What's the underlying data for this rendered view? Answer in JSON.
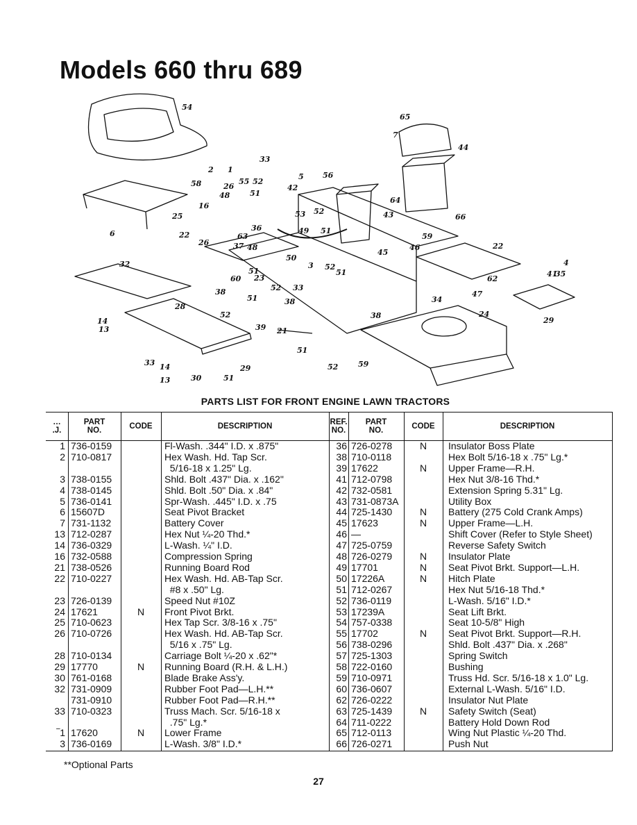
{
  "page_title": "Models 660 thru 689",
  "diagram": {
    "callouts": [
      "54",
      "33",
      "2",
      "1",
      "58",
      "26",
      "55",
      "52",
      "5",
      "56",
      "65",
      "7",
      "44",
      "48",
      "51",
      "42",
      "16",
      "25",
      "53",
      "52",
      "64",
      "43",
      "66",
      "6",
      "22",
      "36",
      "49",
      "51",
      "26",
      "63",
      "37",
      "48",
      "45",
      "59",
      "46",
      "22",
      "32",
      "50",
      "3",
      "52",
      "51",
      "4",
      "60",
      "23",
      "41",
      "35",
      "62",
      "51",
      "52",
      "33",
      "38",
      "47",
      "34",
      "51",
      "38",
      "29",
      "24",
      "52",
      "28",
      "38",
      "14",
      "13",
      "39",
      "21",
      "51",
      "52",
      "59",
      "33",
      "14",
      "29",
      "13",
      "30",
      "51"
    ]
  },
  "parts_heading": "PARTS LIST FOR FRONT ENGINE LAWN TRACTORS",
  "headers": {
    "ref_left": "…\n.J.",
    "part_no": "PART\nNO.",
    "code": "CODE",
    "description": "DESCRIPTION",
    "ref_right": "REF.\nNO.",
    "part_no_right": "PART\nNO.",
    "code_right": "CODE",
    "description_right": "DESCRIPTION"
  },
  "left_rows": [
    {
      "ref": "1",
      "part": "736-0159",
      "code": "",
      "desc": "Fl-Wash. .344\" I.D. x .875\""
    },
    {
      "ref": "2",
      "part": "710-0817",
      "code": "",
      "desc": "Hex Wash. Hd. Tap Scr."
    },
    {
      "ref": "",
      "part": "",
      "code": "",
      "desc": "  5/16-18 x 1.25\" Lg."
    },
    {
      "ref": "3",
      "part": "738-0155",
      "code": "",
      "desc": "Shld. Bolt .437\" Dia. x .162\""
    },
    {
      "ref": "4",
      "part": "738-0145",
      "code": "",
      "desc": "Shld. Bolt .50\" Dia. x .84\""
    },
    {
      "ref": "5",
      "part": "736-0141",
      "code": "",
      "desc": "Spr-Wash. .445\" I.D. x .75"
    },
    {
      "ref": "6",
      "part": "15607D",
      "code": "",
      "desc": "Seat Pivot Bracket"
    },
    {
      "ref": "7",
      "part": "731-1132",
      "code": "",
      "desc": "Battery Cover"
    },
    {
      "ref": "13",
      "part": "712-0287",
      "code": "",
      "desc": "Hex Nut ¼-20 Thd.*"
    },
    {
      "ref": "14",
      "part": "736-0329",
      "code": "",
      "desc": "L-Wash. ¼\" I.D."
    },
    {
      "ref": "16",
      "part": "732-0588",
      "code": "",
      "desc": "Compression Spring"
    },
    {
      "ref": "21",
      "part": "738-0526",
      "code": "",
      "desc": "Running Board Rod"
    },
    {
      "ref": "22",
      "part": "710-0227",
      "code": "",
      "desc": "Hex Wash. Hd. AB-Tap Scr."
    },
    {
      "ref": "",
      "part": "",
      "code": "",
      "desc": "  #8 x .50\" Lg."
    },
    {
      "ref": "23",
      "part": "726-0139",
      "code": "",
      "desc": "Speed Nut #10Z"
    },
    {
      "ref": "24",
      "part": "17621",
      "code": "N",
      "desc": "Front Pivot Brkt."
    },
    {
      "ref": "25",
      "part": "710-0623",
      "code": "",
      "desc": "Hex Tap Scr. 3/8-16 x .75\""
    },
    {
      "ref": "26",
      "part": "710-0726",
      "code": "",
      "desc": "Hex Wash. Hd. AB-Tap Scr."
    },
    {
      "ref": "",
      "part": "",
      "code": "",
      "desc": "  5/16 x .75\" Lg."
    },
    {
      "ref": "28",
      "part": "710-0134",
      "code": "",
      "desc": "Carriage Bolt ¼-20 x .62\"*"
    },
    {
      "ref": "29",
      "part": "17770",
      "code": "N",
      "desc": "Running Board (R.H. & L.H.)"
    },
    {
      "ref": "30",
      "part": "761-0168",
      "code": "",
      "desc": "Blade Brake Ass'y."
    },
    {
      "ref": "32",
      "part": "731-0909",
      "code": "",
      "desc": "Rubber Foot Pad—L.H.**"
    },
    {
      "ref": "",
      "part": "731-0910",
      "code": "",
      "desc": "Rubber Foot Pad—R.H.**"
    },
    {
      "ref": "33",
      "part": "710-0323",
      "code": "",
      "desc": "Truss Mach. Scr. 5/16-18 x"
    },
    {
      "ref": "",
      "part": "",
      "code": "",
      "desc": "  .75\" Lg.*"
    },
    {
      "ref": "‾1",
      "part": "17620",
      "code": "N",
      "desc": "Lower Frame"
    },
    {
      "ref": "3",
      "part": "736-0169",
      "code": "",
      "desc": "L-Wash. 3/8\" I.D.*"
    }
  ],
  "right_rows": [
    {
      "ref": "36",
      "part": "726-0278",
      "code": "N",
      "desc": "Insulator Boss Plate"
    },
    {
      "ref": "38",
      "part": "710-0118",
      "code": "",
      "desc": "Hex Bolt 5/16-18 x .75\" Lg.*"
    },
    {
      "ref": "39",
      "part": "17622",
      "code": "N",
      "desc": "Upper Frame—R.H."
    },
    {
      "ref": "41",
      "part": "712-0798",
      "code": "",
      "desc": "Hex Nut 3/8-16 Thd.*"
    },
    {
      "ref": "42",
      "part": "732-0581",
      "code": "",
      "desc": "Extension Spring 5.31\" Lg."
    },
    {
      "ref": "43",
      "part": "731-0873A",
      "code": "",
      "desc": "Utility Box"
    },
    {
      "ref": "44",
      "part": "725-1430",
      "code": "N",
      "desc": "Battery (275 Cold Crank Amps)"
    },
    {
      "ref": "45",
      "part": "17623",
      "code": "N",
      "desc": "Upper Frame—L.H."
    },
    {
      "ref": "46",
      "part": "—",
      "code": "",
      "desc": "Shift Cover (Refer to Style Sheet)"
    },
    {
      "ref": "47",
      "part": "725-0759",
      "code": "",
      "desc": "Reverse Safety Switch"
    },
    {
      "ref": "48",
      "part": "726-0279",
      "code": "N",
      "desc": "Insulator Plate"
    },
    {
      "ref": "49",
      "part": "17701",
      "code": "N",
      "desc": "Seat Pivot Brkt. Support—L.H."
    },
    {
      "ref": "50",
      "part": "17226A",
      "code": "N",
      "desc": "Hitch Plate"
    },
    {
      "ref": "51",
      "part": "712-0267",
      "code": "",
      "desc": "Hex Nut 5/16-18 Thd.*"
    },
    {
      "ref": "52",
      "part": "736-0119",
      "code": "",
      "desc": "L-Wash. 5/16\" I.D.*"
    },
    {
      "ref": "53",
      "part": "17239A",
      "code": "",
      "desc": "Seat Lift Brkt."
    },
    {
      "ref": "54",
      "part": "757-0338",
      "code": "",
      "desc": "Seat 10-5/8\" High"
    },
    {
      "ref": "55",
      "part": "17702",
      "code": "N",
      "desc": "Seat Pivot Brkt. Support—R.H."
    },
    {
      "ref": "56",
      "part": "738-0296",
      "code": "",
      "desc": "Shld. Bolt .437\" Dia. x .268\""
    },
    {
      "ref": "57",
      "part": "725-1303",
      "code": "",
      "desc": "Spring Switch"
    },
    {
      "ref": "58",
      "part": "722-0160",
      "code": "",
      "desc": "Bushing"
    },
    {
      "ref": "59",
      "part": "710-0971",
      "code": "",
      "desc": "Truss Hd. Scr. 5/16-18 x 1.0\" Lg."
    },
    {
      "ref": "60",
      "part": "736-0607",
      "code": "",
      "desc": "External L-Wash. 5/16\" I.D."
    },
    {
      "ref": "62",
      "part": "726-0222",
      "code": "",
      "desc": "Insulator Nut Plate"
    },
    {
      "ref": "63",
      "part": "725-1439",
      "code": "N",
      "desc": "Safety Switch (Seat)"
    },
    {
      "ref": "64",
      "part": "711-0222",
      "code": "",
      "desc": "Battery Hold Down Rod"
    },
    {
      "ref": "65",
      "part": "712-0113",
      "code": "",
      "desc": "Wing Nut Plastic ¼-20 Thd."
    },
    {
      "ref": "66",
      "part": "726-0271",
      "code": "",
      "desc": "Push Nut"
    }
  ],
  "footnote": "**Optional Parts",
  "page_number": "27"
}
